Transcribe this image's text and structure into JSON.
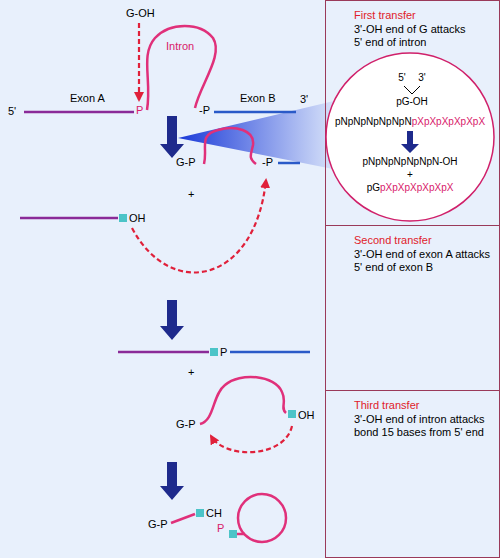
{
  "diagram": {
    "nodes": [
      {
        "text": [
          "First transfer",
          "3'-OH end of G attacks 5' end of intron"
        ]
      },
      {
        "text": [
          "5'",
          "3'",
          "pG-OH",
          "pNpNpNpNpNpN",
          "pXpXpXpXpXpX",
          "pNpNpNpNpNpN-OH",
          "+",
          "pG",
          "pXpXpXpXpXpX"
        ],
        "in": 0
      },
      {
        "text": [
          "Second transfer",
          "3'-OH end of exon A attacks 5' end of exon B"
        ]
      },
      {
        "text": [
          "Third transfer",
          "3'-OH end of intron attacks bond 15 bases from 5' end"
        ]
      }
    ],
    "labels": [
      "G-OH",
      "Intron",
      "Exon A",
      "Exon B",
      "5'",
      "3'",
      "P",
      "-P",
      "G-P",
      "-P",
      "+",
      "OH",
      "P",
      "+",
      "G-P",
      "OH",
      "G-P",
      "CH",
      "P"
    ]
  }
}
